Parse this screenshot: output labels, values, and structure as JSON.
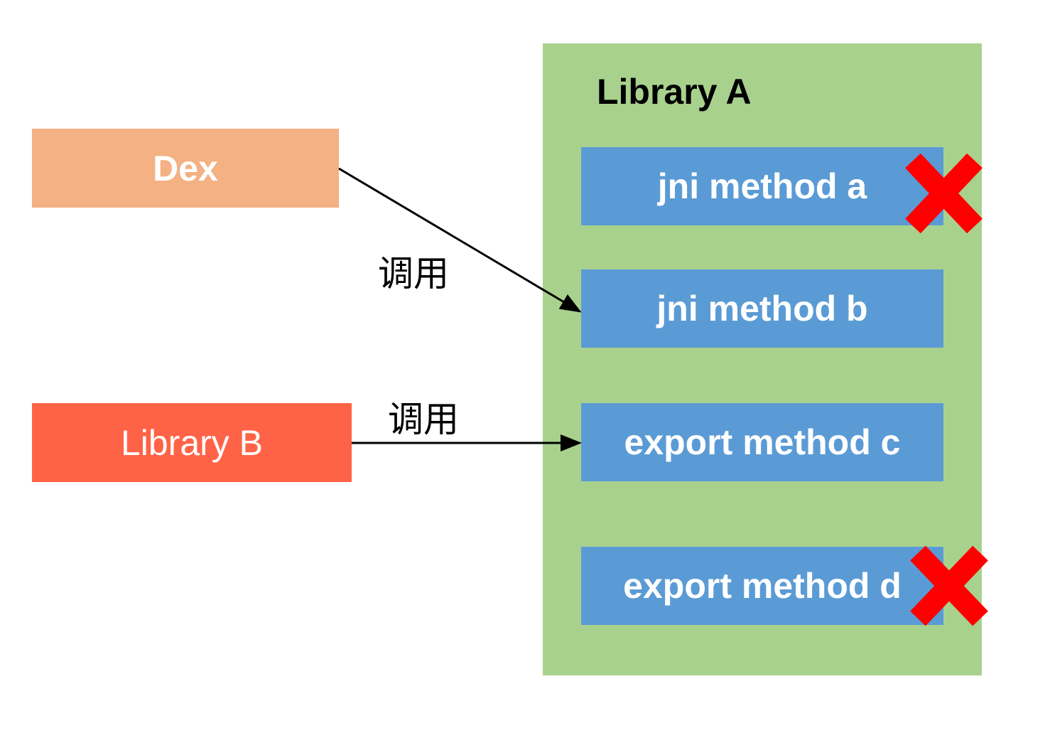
{
  "dex": {
    "label": "Dex"
  },
  "library_b": {
    "label": "Library B"
  },
  "library_a": {
    "title": "Library A",
    "methods": [
      {
        "label": "jni method a",
        "removed": true
      },
      {
        "label": "jni method b",
        "removed": false
      },
      {
        "label": "export method c",
        "removed": false
      },
      {
        "label": "export method d",
        "removed": true
      }
    ]
  },
  "calls": [
    {
      "from": "Dex",
      "to": "jni method b",
      "label": "调用"
    },
    {
      "from": "Library B",
      "to": "export method c",
      "label": "调用"
    }
  ],
  "colors": {
    "dex": "#f4b183",
    "library_b": "#ff6347",
    "library_a": "#a9d18e",
    "method": "#5b9bd5",
    "cross": "#ff0000"
  }
}
